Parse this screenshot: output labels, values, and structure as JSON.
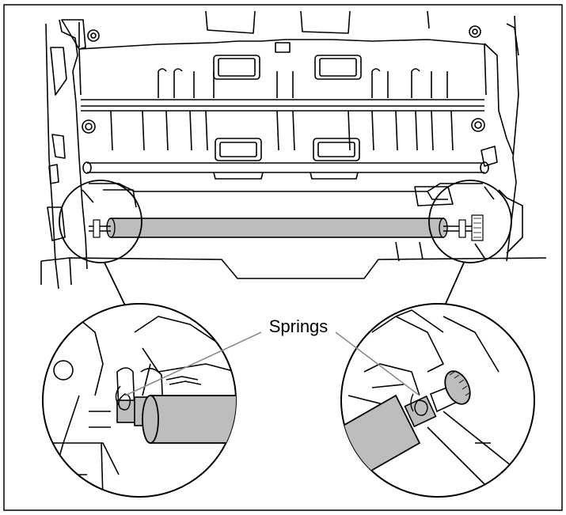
{
  "figure": {
    "callout_label": "Springs"
  },
  "colors": {
    "line": "#000000",
    "roller_fill": "#bdbdbd",
    "leader_line": "#8c8c8c",
    "background": "#ffffff"
  },
  "icons": {
    "detail_left": "magnified-left-spring-detail",
    "detail_right": "magnified-right-spring-detail"
  }
}
